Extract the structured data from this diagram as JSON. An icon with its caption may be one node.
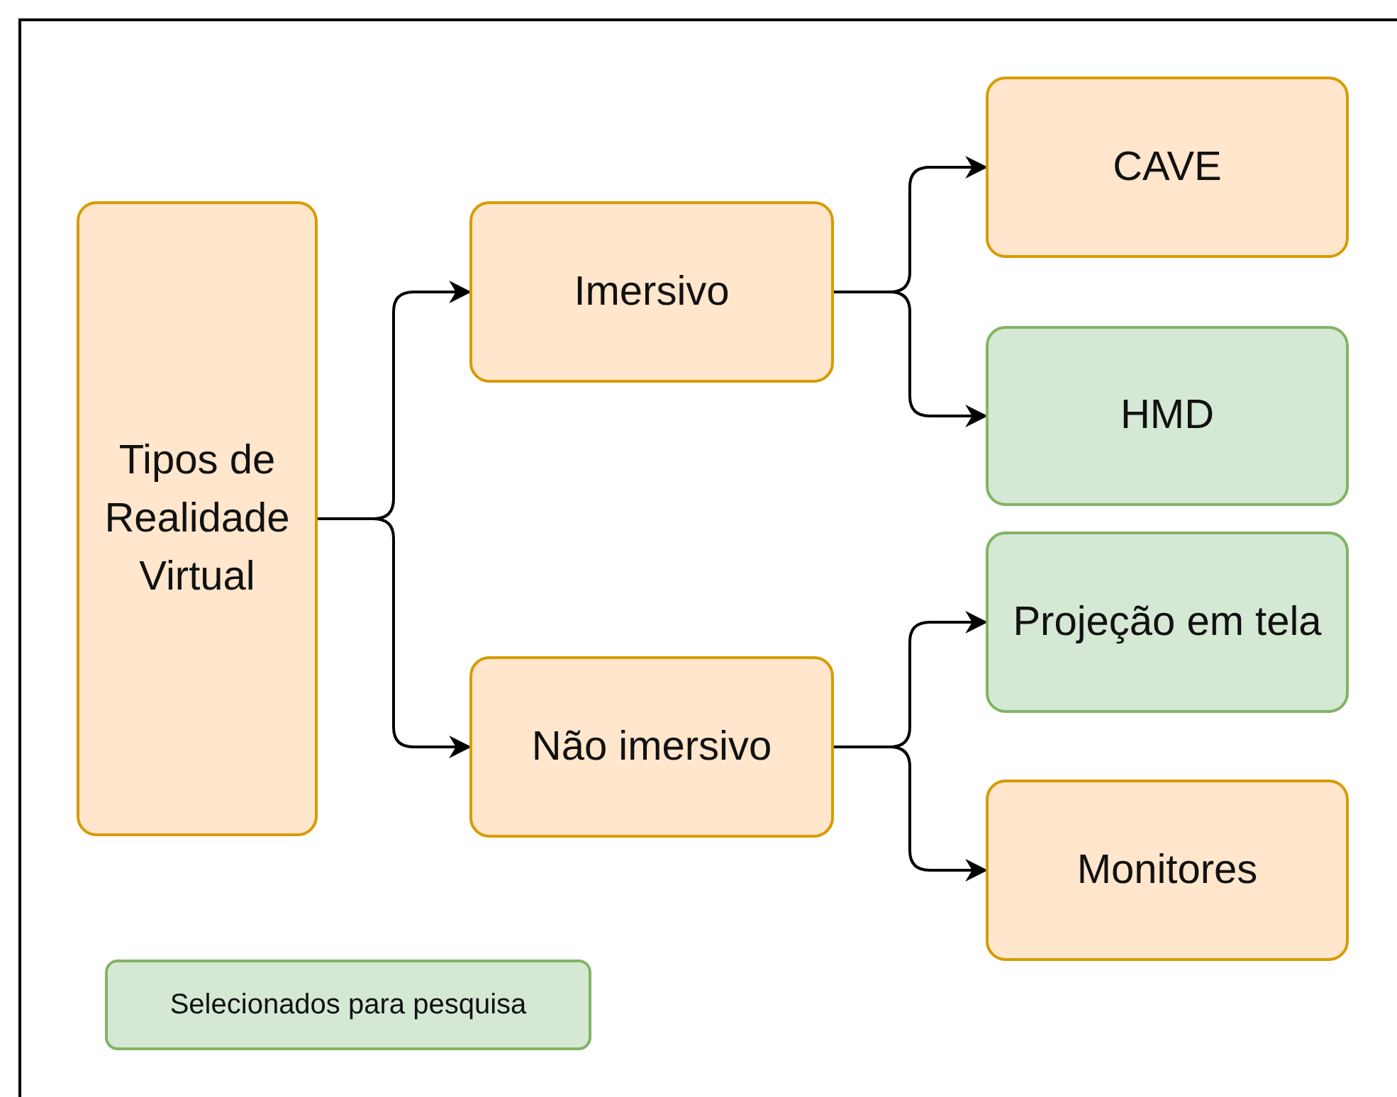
{
  "diagram": {
    "nodes": [
      {
        "text": [
          "Tipos de Realidade Virtual"
        ]
      },
      {
        "text": [
          "Imersivo"
        ]
      },
      {
        "text": [
          "Não imersivo"
        ]
      },
      {
        "text": [
          "CAVE"
        ]
      },
      {
        "text": [
          "HMD"
        ]
      },
      {
        "text": [
          "Projeção em tela"
        ]
      },
      {
        "text": [
          "Monitores"
        ]
      }
    ],
    "edges": [
      {
        "from": 0,
        "to": 1,
        "arrow": "to"
      },
      {
        "from": 0,
        "to": 2,
        "arrow": "to"
      },
      {
        "from": 1,
        "to": 3,
        "arrow": "to"
      },
      {
        "from": 1,
        "to": 4,
        "arrow": "to"
      },
      {
        "from": 2,
        "to": 5,
        "arrow": "to"
      },
      {
        "from": 2,
        "to": 6,
        "arrow": "to"
      }
    ],
    "legend": [
      {
        "text": "Selecionados para pesquisa",
        "color": "#d5e8d4"
      }
    ]
  }
}
